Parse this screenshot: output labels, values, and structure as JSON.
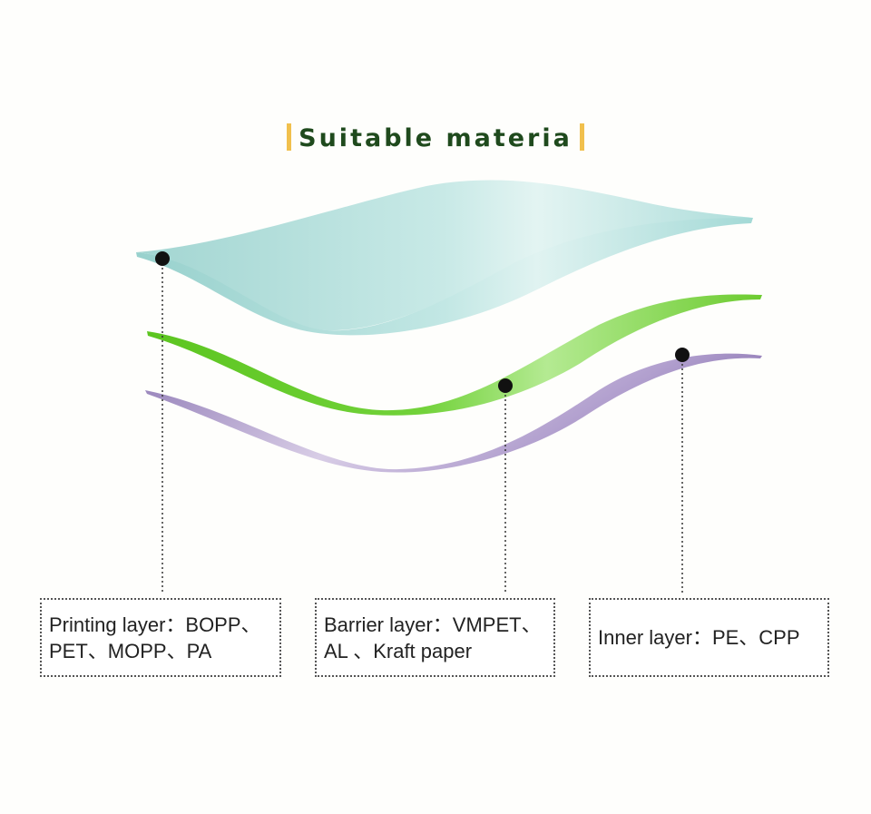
{
  "title": "Suitable materia",
  "layers": [
    {
      "name": "printing",
      "label": "Printing layer：BOPP、\nPET、MOPP、PA",
      "color": "#a9dcd8"
    },
    {
      "name": "barrier",
      "label": "Barrier layer：VMPET、\nAL 、Kraft paper",
      "color": "#6ccb2f"
    },
    {
      "name": "inner",
      "label": "Inner layer：PE、CPP",
      "color": "#a08bc0"
    }
  ],
  "colors": {
    "title_text": "#1f4a1d",
    "title_accent": "#f1c04d",
    "teal_layer": "#a9dcd8",
    "green_layer": "#6ccb2f",
    "purple_layer": "#a08bc0"
  }
}
